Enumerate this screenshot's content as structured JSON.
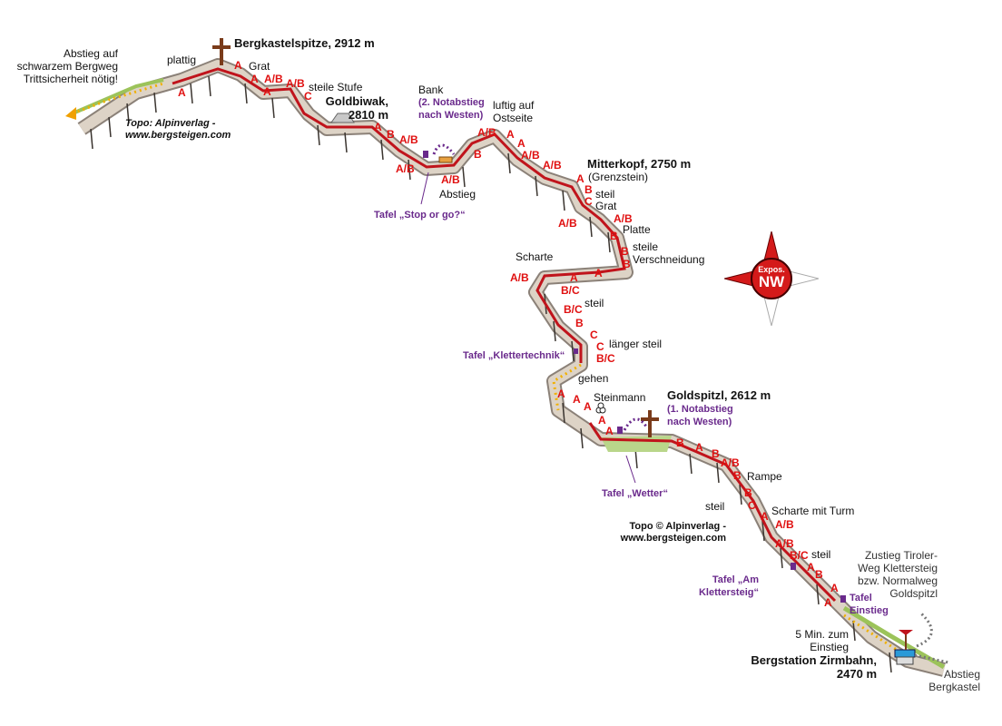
{
  "peaks": {
    "bergkastelspitze": "Bergkastelspitze, 2912 m",
    "goldbiwak": "Goldbiwak,\n2810 m",
    "mitterkopf": "Mitterkopf, 2750 m",
    "mitterkopf_note": "(Grenzstein)",
    "goldspitzl": "Goldspitzl, 2612 m",
    "bergstation": "Bergstation Zirmbahn,\n2470 m"
  },
  "notes": {
    "abstieg_bergweg": "Abstieg auf\nschwarzem Bergweg\nTrittsicherheit nötig!",
    "plattig": "plattig",
    "grat1": "Grat",
    "steile_stufe": "steile Stufe",
    "bank": "Bank",
    "notabstieg2": "(2. Notabstieg\nnach Westen)",
    "luftig": "luftig auf\nOstseite",
    "abstieg": "Abstieg",
    "steil1": "steil",
    "grat2": "Grat",
    "platte": "Platte",
    "verschneidung": "steile\nVerschneidung",
    "scharte": "Scharte",
    "steil2": "steil",
    "laenger_steil": "länger steil",
    "gehen": "gehen",
    "steinmann": "Steinmann",
    "notabstieg1": "(1. Notabstieg\nnach Westen)",
    "rampe": "Rampe",
    "steil3": "steil",
    "scharte_turm": "Scharte mit Turm",
    "steil4": "steil",
    "zustieg": "Zustieg Tiroler-\nWeg Klettersteig\nbzw. Normalweg\nGoldspitzl",
    "min5": "5 Min. zum\nEinstieg",
    "abstieg_bergkastel": "Abstieg\nBergkastel"
  },
  "signs": {
    "stop_or_go": "Tafel „Stop or go?“",
    "klettertechnik": "Tafel „Klettertechnik“",
    "wetter": "Tafel „Wetter“",
    "am_klettersteig": "Tafel „Am\nKlettersteig“",
    "einstieg": "Tafel\nEinstieg"
  },
  "credits": {
    "top": "Topo: Alpinverlag -\nwww.bergsteigen.com",
    "bottom": "Topo © Alpinverlag -\nwww.bergsteigen.com"
  },
  "compass": {
    "label": "Expos.",
    "direction": "NW"
  },
  "grades": [
    "A",
    "A",
    "A/B",
    "A",
    "A/B",
    "C",
    "A",
    "A",
    "B",
    "A/B",
    "A/B",
    "B",
    "A/B",
    "A/B",
    "A",
    "A",
    "A/B",
    "A/B",
    "A",
    "B",
    "C",
    "A/B",
    "A/B",
    "B",
    "B",
    "B",
    "A/B",
    "A",
    "A",
    "B/C",
    "B/C",
    "B",
    "C",
    "C",
    "B/C",
    "A",
    "A",
    "A",
    "A",
    "A",
    "B",
    "A",
    "B",
    "A/B",
    "B",
    "B",
    "C",
    "A",
    "A/B",
    "A/B",
    "B/C",
    "A",
    "B",
    "A",
    "A"
  ],
  "colors": {
    "route": "#c0141c",
    "grade": "#e01010",
    "sign": "#6a2a8c",
    "rock": "#d9cfc2",
    "grass": "#9cc35a"
  }
}
